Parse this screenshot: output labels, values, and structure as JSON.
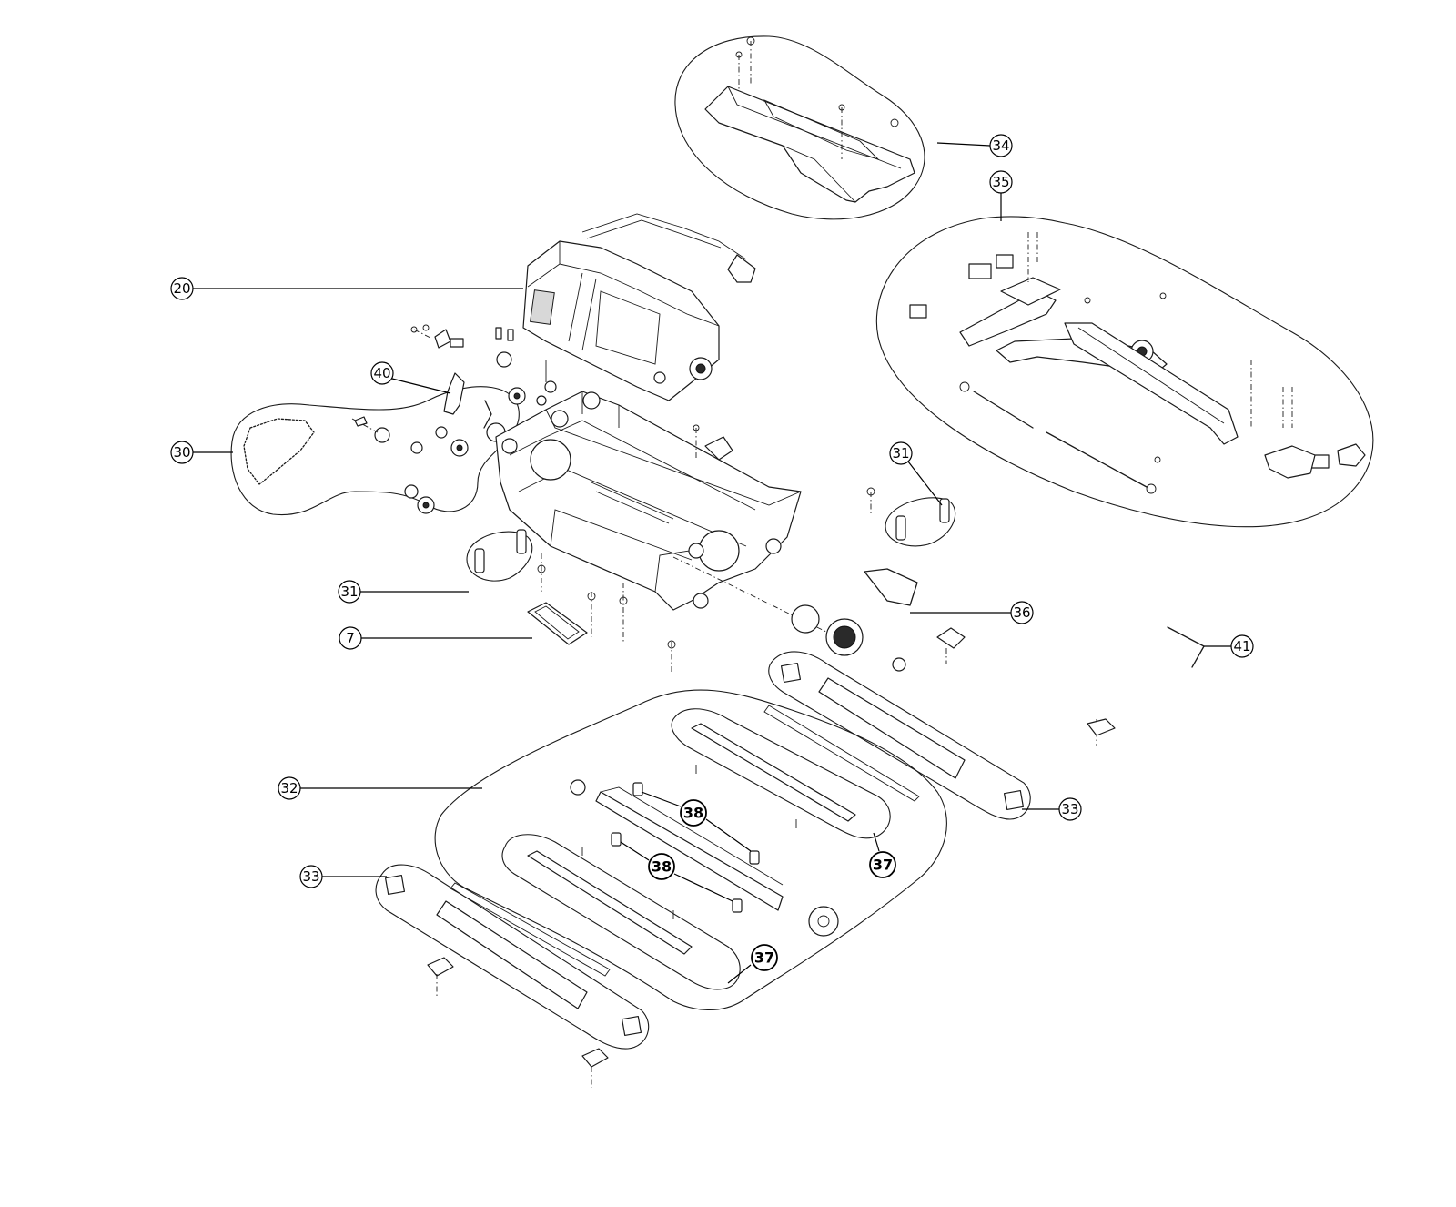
{
  "callouts": [
    {
      "id": "c34",
      "label": "34",
      "bold": false
    },
    {
      "id": "c35",
      "label": "35",
      "bold": false
    },
    {
      "id": "c20",
      "label": "20",
      "bold": false
    },
    {
      "id": "c40",
      "label": "40",
      "bold": false
    },
    {
      "id": "c30",
      "label": "30",
      "bold": false
    },
    {
      "id": "c31a",
      "label": "31",
      "bold": false
    },
    {
      "id": "c31b",
      "label": "31",
      "bold": false
    },
    {
      "id": "c7",
      "label": "7",
      "bold": false
    },
    {
      "id": "c36",
      "label": "36",
      "bold": false
    },
    {
      "id": "c41",
      "label": "41",
      "bold": false
    },
    {
      "id": "c32",
      "label": "32",
      "bold": false
    },
    {
      "id": "c33a",
      "label": "33",
      "bold": false
    },
    {
      "id": "c33b",
      "label": "33",
      "bold": false
    },
    {
      "id": "c37a",
      "label": "37",
      "bold": true
    },
    {
      "id": "c37b",
      "label": "37",
      "bold": true
    },
    {
      "id": "c38a",
      "label": "38",
      "bold": true
    },
    {
      "id": "c38b",
      "label": "38",
      "bold": true
    }
  ],
  "colors": {
    "line": "#1a1a1a",
    "background": "#ffffff"
  }
}
